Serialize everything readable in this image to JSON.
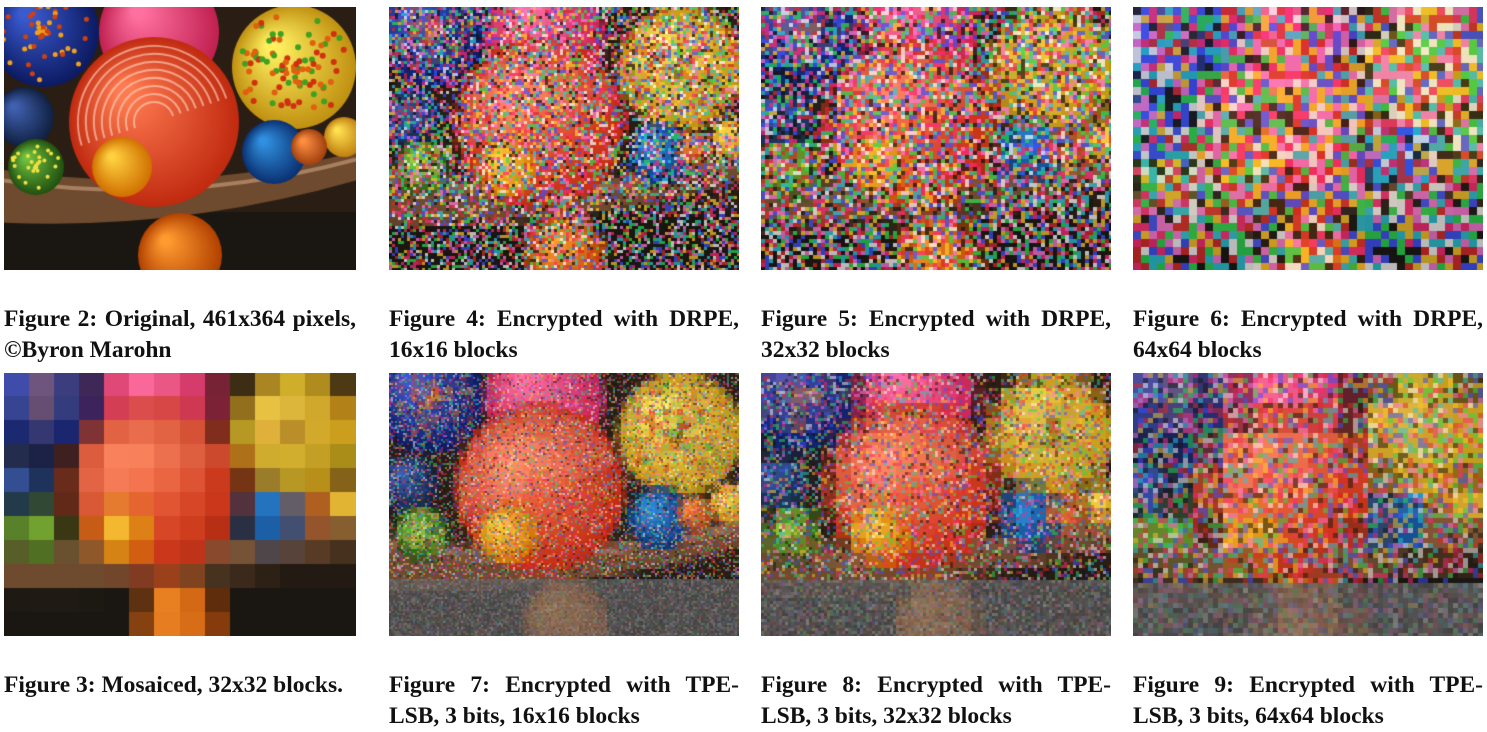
{
  "figures": [
    {
      "id": "fig2",
      "caption": "Figure 2: Original, 461x364 pixels, ©Byron Marohn",
      "kind": "original",
      "block": 0
    },
    {
      "id": "fig4",
      "caption": "Figure 4: Encrypted with DRPE, 16x16 blocks",
      "kind": "drpe",
      "block": 16
    },
    {
      "id": "fig5",
      "caption": "Figure 5: Encrypted with DRPE, 32x32 blocks",
      "kind": "drpe",
      "block": 32
    },
    {
      "id": "fig6",
      "caption": "Figure 6: Encrypted with DRPE, 64x64 blocks",
      "kind": "drpe",
      "block": 64
    },
    {
      "id": "fig3",
      "caption": "Figure 3: Mosaiced, 32x32 blocks.",
      "kind": "mosaic",
      "block": 32
    },
    {
      "id": "fig7",
      "caption": "Figure 7: Encrypted with TPE-LSB, 3 bits, 16x16 blocks",
      "kind": "tpe",
      "block": 16
    },
    {
      "id": "fig8",
      "caption": "Figure 8: Encrypted with TPE-LSB, 3 bits, 32x32 blocks",
      "kind": "tpe",
      "block": 32
    },
    {
      "id": "fig9",
      "caption": "Figure 9: Encrypted with TPE-LSB, 3 bits, 64x64 blocks",
      "kind": "tpe",
      "block": 64
    }
  ]
}
